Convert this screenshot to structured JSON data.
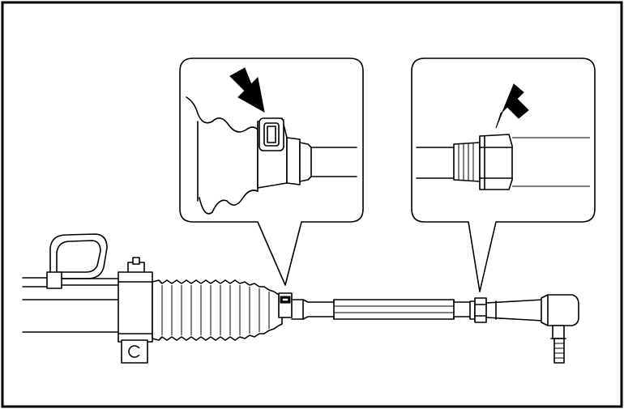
{
  "figure": {
    "frame_color": "#000000",
    "background": "#ffffff",
    "callouts": [
      {
        "detail": "boot-clamp",
        "arrow": "down-right"
      },
      {
        "detail": "tie-rod-lock-nut",
        "arrow": "down-left"
      }
    ]
  }
}
